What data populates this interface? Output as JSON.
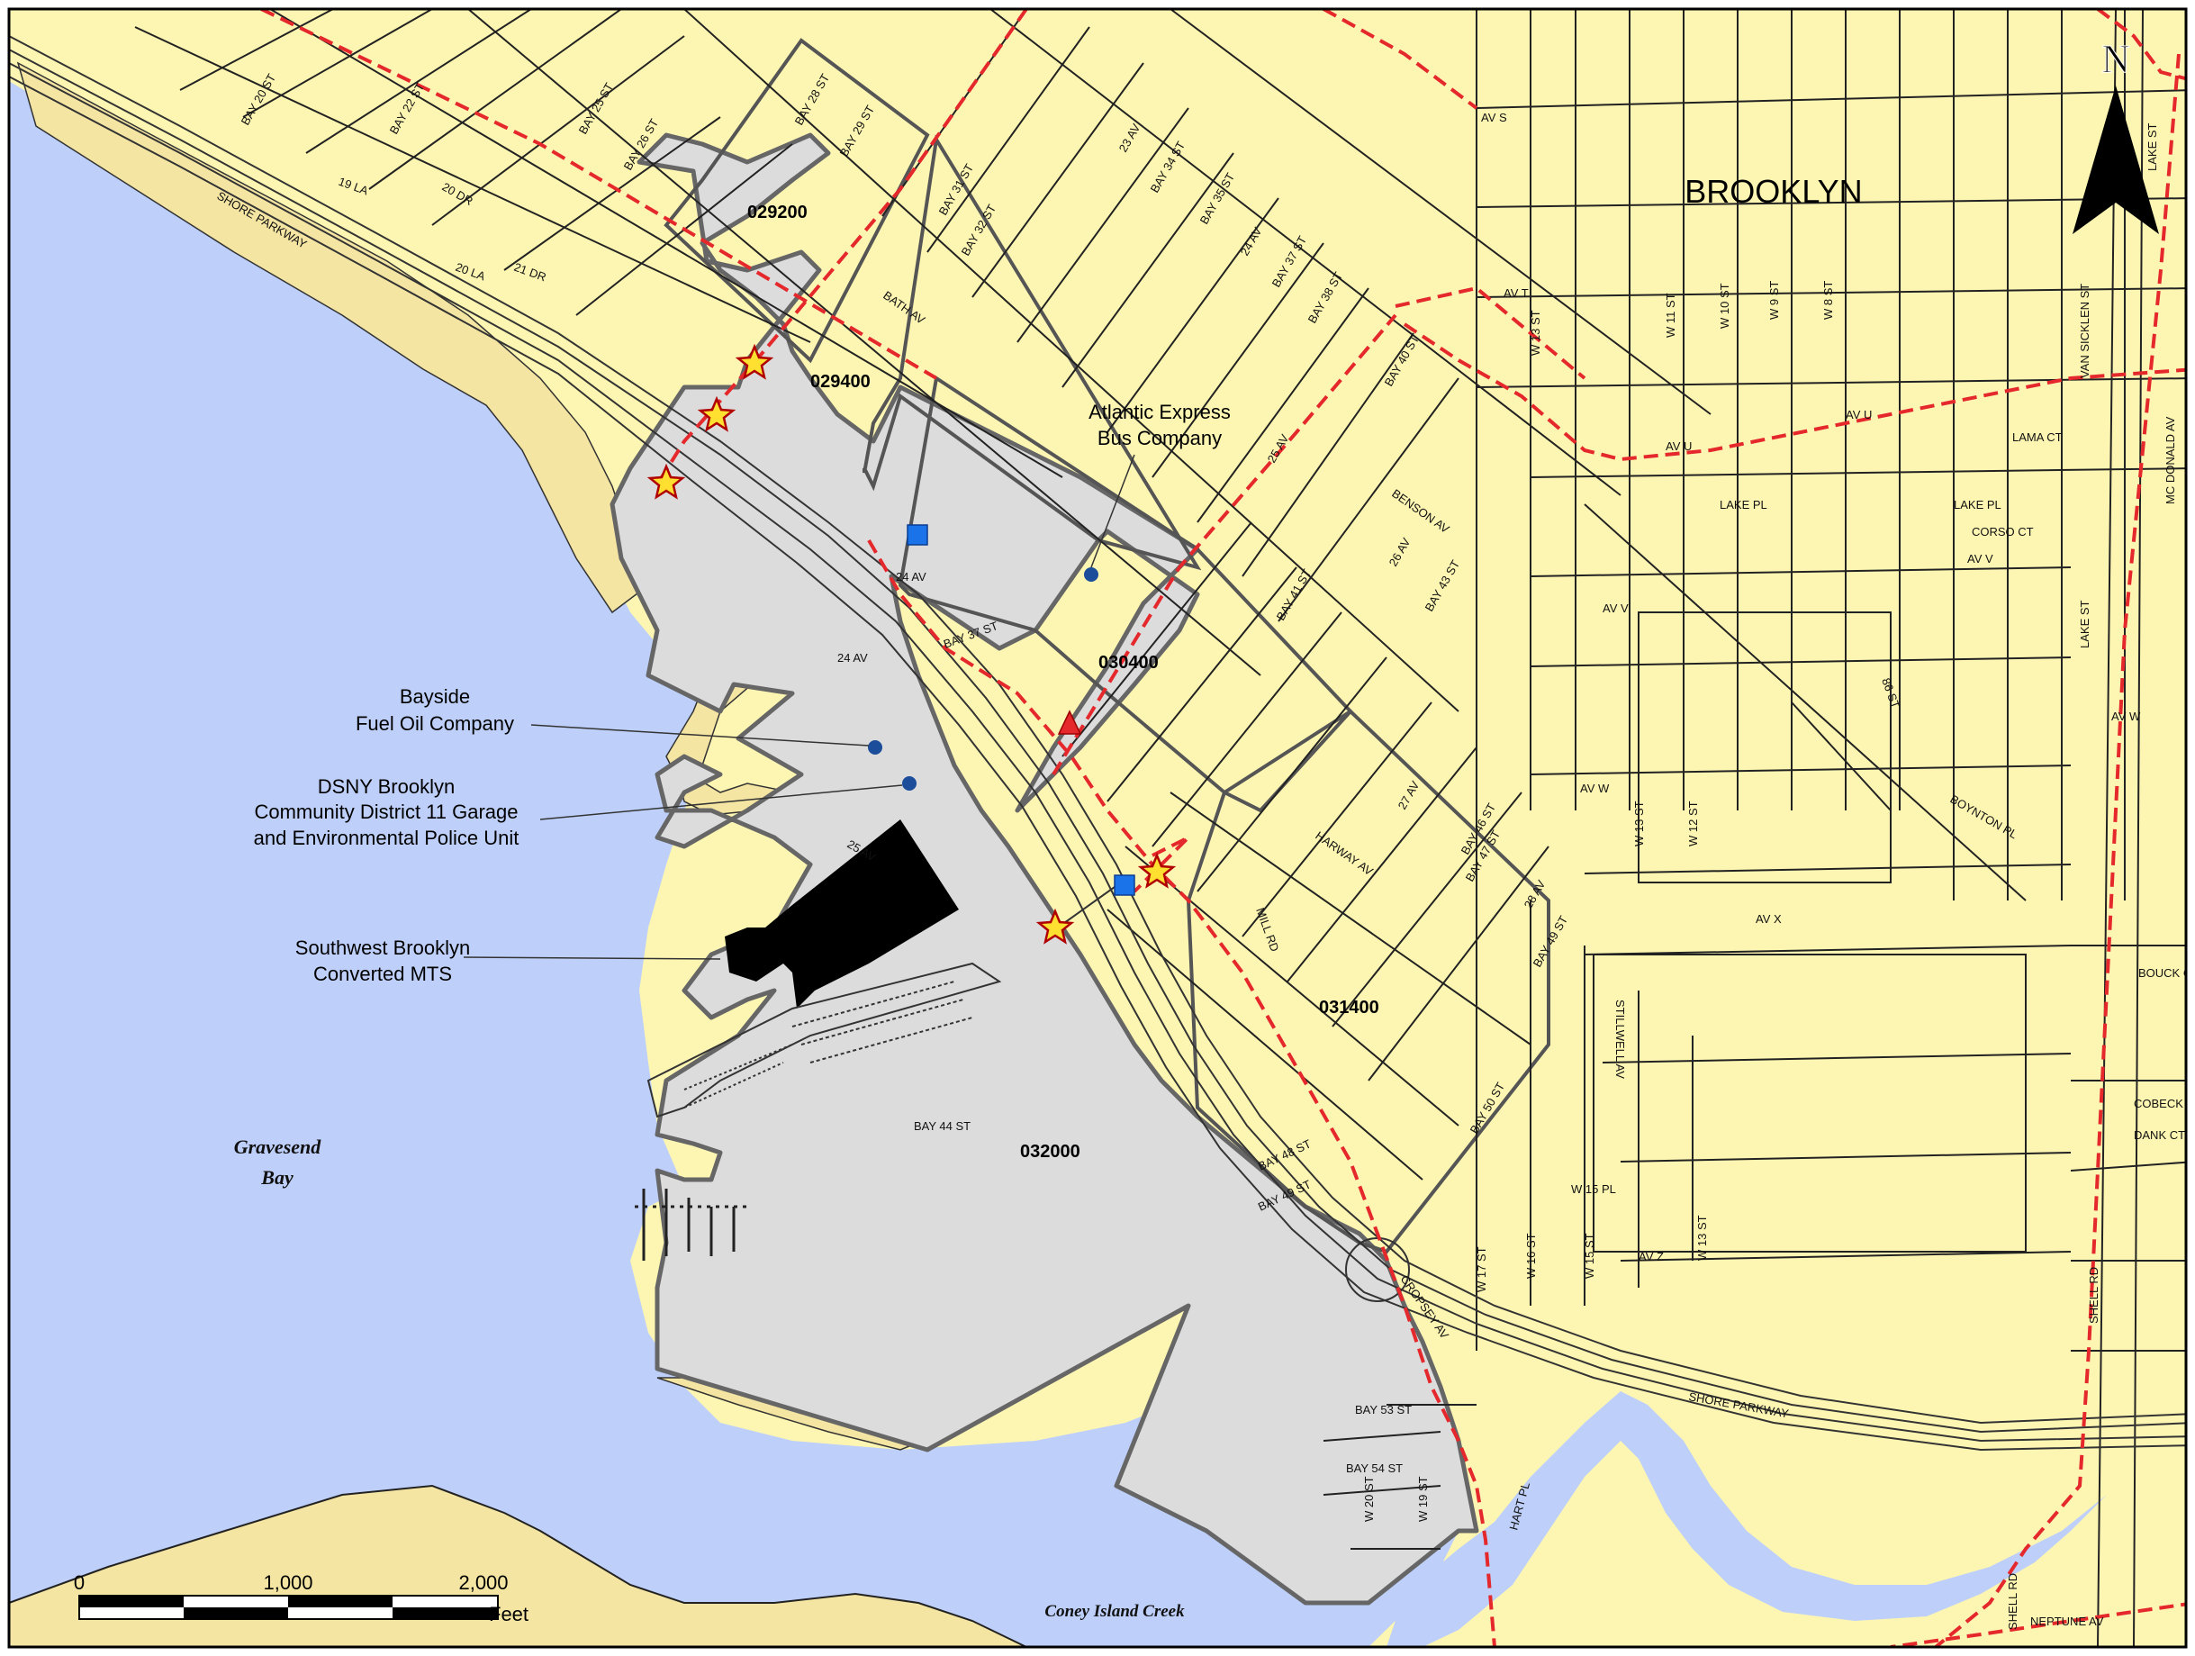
{
  "map": {
    "borough": "BROOKLYN",
    "north_label": "N",
    "colors": {
      "land": "#fdf6b2",
      "water": "#bed0fa",
      "study_area": "#dcdcdc",
      "beach": "#f4e5a3",
      "route": "#e4282c",
      "facility": "#000000",
      "point": "#1b4d9b",
      "square": "#1a73e8"
    },
    "census_tracts": [
      "029200",
      "029400",
      "030400",
      "031400",
      "032000"
    ],
    "sites": {
      "atlantic_1": "Atlantic Express",
      "atlantic_2": "Bus Company",
      "bayside_1": "Bayside",
      "bayside_2": "Fuel Oil Company",
      "dsny_1": "DSNY Brooklyn",
      "dsny_2": "Community District 11 Garage",
      "dsny_3": "and Environmental Police Unit",
      "mts_1": "Southwest Brooklyn",
      "mts_2": "Converted MTS"
    },
    "water_labels": {
      "gravesend_1": "Gravesend",
      "gravesend_2": "Bay",
      "coney": "Coney Island Creek"
    },
    "streets": {
      "bay20": "BAY 20 ST",
      "bay22": "BAY 22 ST",
      "bay25": "BAY 25 ST",
      "bay26": "BAY 26 ST",
      "bay28": "BAY 28 ST",
      "bay29": "BAY 29 ST",
      "bay31": "BAY 31 ST",
      "bay32": "BAY 32 ST",
      "bay34": "BAY 34 ST",
      "bay35": "BAY 35 ST",
      "bay37": "BAY 37 ST",
      "bay38": "BAY 38 ST",
      "bay40": "BAY 40 ST",
      "bay41": "BAY 41 ST",
      "bay43": "BAY 43 ST",
      "bay44": "BAY 44 ST",
      "bay46": "BAY 46 ST",
      "bay47": "BAY 47 ST",
      "bay48": "BAY 48 ST",
      "bay49": "BAY 49 ST",
      "bay50": "BAY 50 ST",
      "bay53": "BAY 53 ST",
      "bay54": "BAY 54 ST",
      "bay37b": "BAY 37 ST",
      "shore1": "SHORE PARKWAY",
      "shore2": "SHORE PARKWAY",
      "l19": "19 LA",
      "d20": "20 DR",
      "l20": "20 LA",
      "d21": "21 DR",
      "av23": "23 AV",
      "av24": "24 AV",
      "av24b": "24 AV",
      "av24c": "24 AV",
      "av25": "25 AV",
      "av25b": "25 AV",
      "av26": "26 AV",
      "av27": "27 AV",
      "av28": "28 AV",
      "bath": "BATH AV",
      "benson": "BENSON AV",
      "harway": "HARWAY AV",
      "mill": "MILL RD",
      "cropsey": "CROPSEY AV",
      "stillwell": "STILLWELL AV",
      "hart": "HART PL",
      "avs": "AV S",
      "avt": "AV T",
      "avu": "AV U",
      "avu2": "AV U",
      "avv": "AV V",
      "avv2": "AV V",
      "avw": "AV W",
      "avw2": "AV W",
      "avx": "AV X",
      "avz": "AV Z",
      "w13": "W 13 ST",
      "w11": "W 11 ST",
      "w10": "W 10 ST",
      "w9": "W 9 ST",
      "w8": "W 8 ST",
      "w13b": "W 13 ST",
      "w12": "W 12 ST",
      "w15pl": "W 15 PL",
      "w15": "W 15 ST",
      "w16": "W 16 ST",
      "w17": "W 17 ST",
      "w13c": "W 13 ST",
      "w20": "W 20 ST",
      "w19": "W 19 ST",
      "lake": "LAKE ST",
      "lakeb": "LAKE ST",
      "lakepl": "LAKE PL",
      "lakepl2": "LAKE PL",
      "lama": "LAMA CT",
      "corso": "CORSO CT",
      "vansicklen": "VAN SICKLEN ST",
      "mcdonald": "MC DONALD AV",
      "st86": "86 ST",
      "boynton": "BOYNTON PL",
      "bouck": "BOUCK CT",
      "cobeck": "COBECK CT",
      "dank": "DANK CT",
      "shell": "SHELL RD",
      "shell2": "SHELL RD",
      "neptune": "NEPTUNE AV"
    },
    "scale": {
      "t0": "0",
      "t1": "1,000",
      "t2": "2,000",
      "unit": "Feet"
    }
  }
}
